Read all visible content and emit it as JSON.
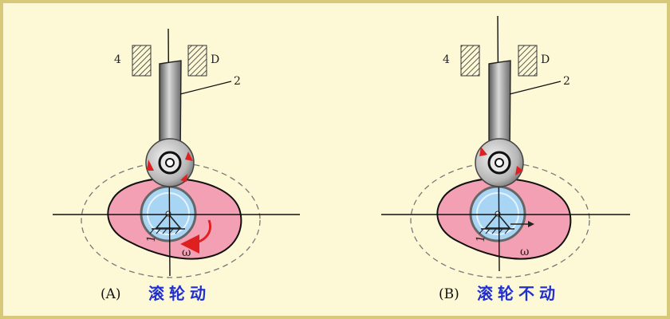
{
  "colors": {
    "background": "#fdf9d6",
    "border": "#d8c97a",
    "cam_fill": "#f4a0b4",
    "hub_fill": "#a9d5f5",
    "rod": "#8a8a8a",
    "arrow": "#e02020",
    "title": "#1f2fd0"
  },
  "panels": [
    {
      "part_label_guide": "4",
      "part_label_guide_right": "D",
      "part_label_rod": "2",
      "rotation_label_1": "1",
      "rotation_label_2": "ω",
      "caption": "(A)",
      "title": "滚轮动",
      "roller_rotates": true
    },
    {
      "part_label_guide": "4",
      "part_label_guide_right": "D",
      "part_label_rod": "2",
      "rotation_label_1": "1",
      "rotation_label_2": "ω",
      "caption": "(B)",
      "title": "滚轮不动",
      "roller_rotates": false
    }
  ]
}
